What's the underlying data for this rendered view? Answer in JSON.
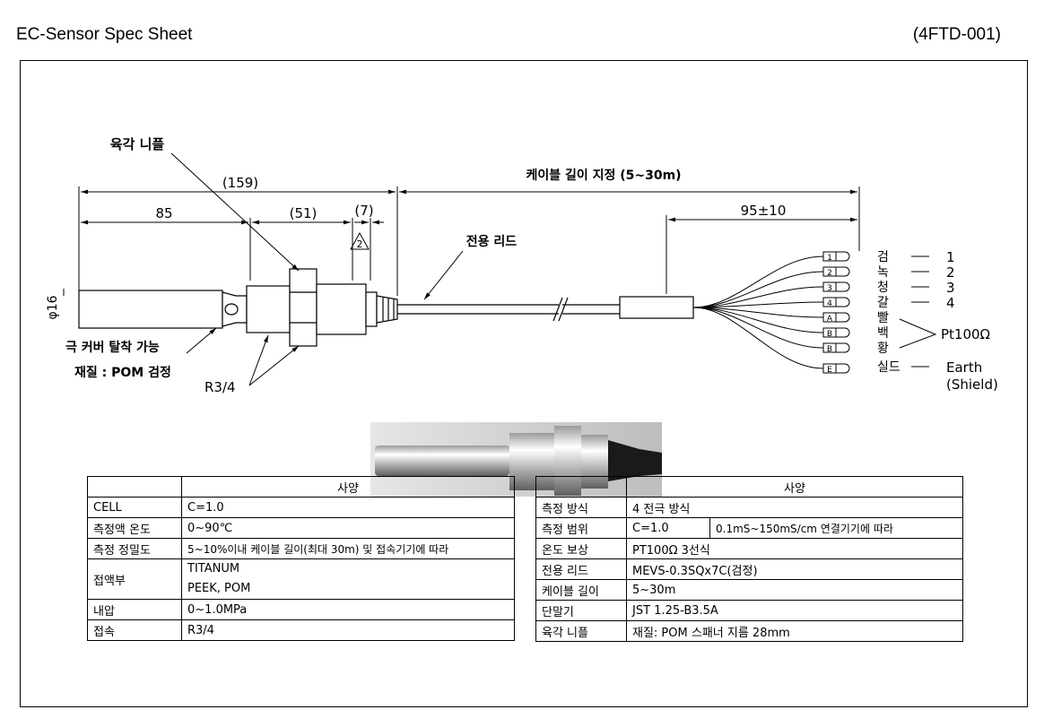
{
  "header": {
    "title": "EC-Sensor  Spec  Sheet",
    "doc_no": "(4FTD-001)"
  },
  "drawing": {
    "hex_nipple": "육각 니플",
    "dim_total": "(159)",
    "dim_body": "85",
    "dim_thread": "(51)",
    "dim_small": "(7)",
    "dim_dia": "φ16",
    "revision_mark": "2",
    "cable_length": "케이블 길이 지정 (5~30m)",
    "lead_length": "95±10",
    "lead_label": "전용 리드",
    "cover_note": "극 커버 탈착 가능",
    "material_note": "재질 : POM 검정",
    "thread_note": "R3/4",
    "wires": [
      {
        "tag": "1",
        "color": "검",
        "func": "1"
      },
      {
        "tag": "2",
        "color": "녹",
        "func": "2"
      },
      {
        "tag": "3",
        "color": "청",
        "func": "3"
      },
      {
        "tag": "4",
        "color": "갈",
        "func": "4"
      },
      {
        "tag": "A",
        "color": "빨",
        "func": ""
      },
      {
        "tag": "B",
        "color": "백",
        "func": ""
      },
      {
        "tag": "B",
        "color": "황",
        "func": ""
      },
      {
        "tag": "E",
        "color": "실드",
        "func": "Earth"
      }
    ],
    "pt_label": "Pt100Ω",
    "shield_label": "(Shield)"
  },
  "spec_left": {
    "header": "사양",
    "rows": [
      {
        "label": "CELL",
        "value": "C=1.0"
      },
      {
        "label": "측정액 온도",
        "value": "0~90℃"
      },
      {
        "label": "측정 정밀도",
        "value": "5~10%이내 케이블 길이(최대 30m) 및 접속기기에 따라"
      },
      {
        "label": "접액부",
        "value1": "TITANUM",
        "value2": "PEEK,  POM"
      },
      {
        "label": "내압",
        "value": "0~1.0MPa"
      },
      {
        "label": "접속",
        "value": "R3/4"
      }
    ]
  },
  "spec_right": {
    "header": "사양",
    "rows": [
      {
        "label": "측정 방식",
        "value": "4 전극 방식"
      },
      {
        "label": "측정 범위",
        "value": "C=1.0",
        "value2": "0.1mS~150mS/cm  연결기기에 따라"
      },
      {
        "label": "온도 보상",
        "value": "PT100Ω  3선식"
      },
      {
        "label": "전용 리드",
        "value": "MEVS-0.3SQx7C(검정)"
      },
      {
        "label": "케이블 길이",
        "value": "5~30m"
      },
      {
        "label": "단말기",
        "value": "JST  1.25-B3.5A"
      },
      {
        "label": "육각 니플",
        "value": "재질: POM      스패너 지름  28mm"
      }
    ]
  }
}
